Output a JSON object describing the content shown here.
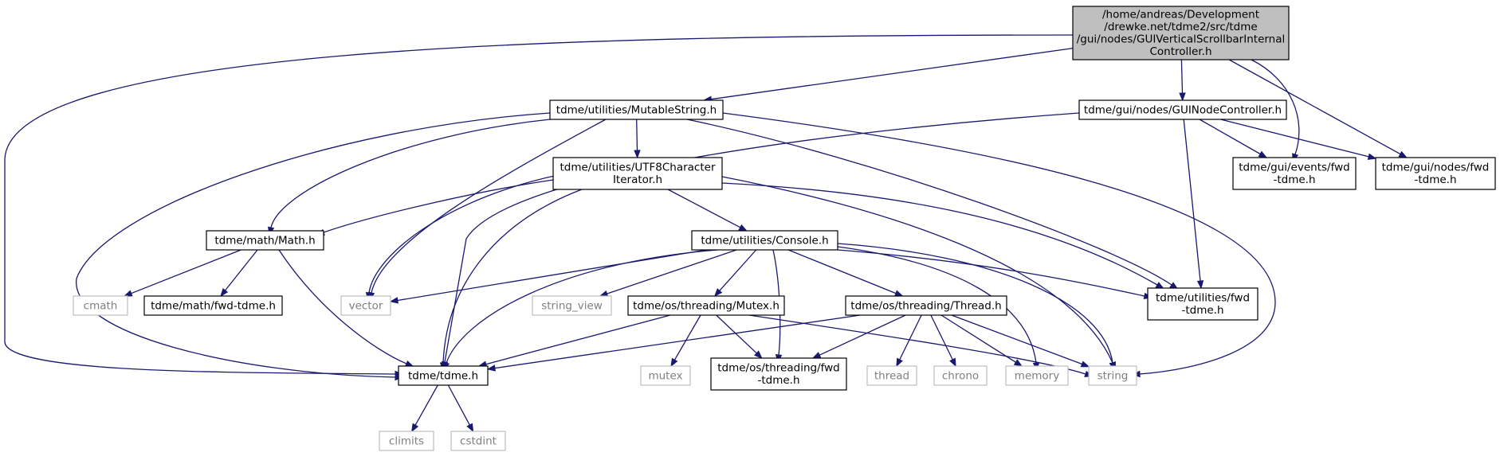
{
  "colors": {
    "edge": "#191970",
    "root_fill": "#bfbfbf",
    "sys_border": "#bfbfbf",
    "sys_text": "#7f7f7f"
  },
  "nodes": {
    "root": {
      "lines": [
        "/home/andreas/Development",
        "/drewke.net/tdme2/src/tdme",
        "/gui/nodes/GUIVerticalScrollbarInternal",
        "Controller.h"
      ],
      "kind": "root"
    },
    "mutstr": {
      "lines": [
        "tdme/utilities/MutableString.h"
      ],
      "kind": "normal"
    },
    "guinodectl": {
      "lines": [
        "tdme/gui/nodes/GUINodeController.h"
      ],
      "kind": "normal"
    },
    "evfwd": {
      "lines": [
        "tdme/gui/events/fwd",
        "-tdme.h"
      ],
      "kind": "normal"
    },
    "nodesfwd": {
      "lines": [
        "tdme/gui/nodes/fwd",
        "-tdme.h"
      ],
      "kind": "normal"
    },
    "utf8": {
      "lines": [
        "tdme/utilities/UTF8Character",
        "Iterator.h"
      ],
      "kind": "normal"
    },
    "math": {
      "lines": [
        "tdme/math/Math.h"
      ],
      "kind": "normal"
    },
    "console": {
      "lines": [
        "tdme/utilities/Console.h"
      ],
      "kind": "normal"
    },
    "utilfwd": {
      "lines": [
        "tdme/utilities/fwd",
        "-tdme.h"
      ],
      "kind": "normal"
    },
    "cmath": {
      "lines": [
        "cmath"
      ],
      "kind": "sys"
    },
    "mathfwd": {
      "lines": [
        "tdme/math/fwd-tdme.h"
      ],
      "kind": "normal"
    },
    "vector": {
      "lines": [
        "vector"
      ],
      "kind": "sys"
    },
    "strview": {
      "lines": [
        "string_view"
      ],
      "kind": "sys"
    },
    "mutex": {
      "lines": [
        "tdme/os/threading/Mutex.h"
      ],
      "kind": "normal"
    },
    "thread": {
      "lines": [
        "tdme/os/threading/Thread.h"
      ],
      "kind": "normal"
    },
    "tdme": {
      "lines": [
        "tdme/tdme.h"
      ],
      "kind": "normal"
    },
    "mutexsys": {
      "lines": [
        "mutex"
      ],
      "kind": "sys"
    },
    "threadfwd": {
      "lines": [
        "tdme/os/threading/fwd",
        "-tdme.h"
      ],
      "kind": "normal"
    },
    "threadsys": {
      "lines": [
        "thread"
      ],
      "kind": "sys"
    },
    "chrono": {
      "lines": [
        "chrono"
      ],
      "kind": "sys"
    },
    "memory": {
      "lines": [
        "memory"
      ],
      "kind": "sys"
    },
    "string": {
      "lines": [
        "string"
      ],
      "kind": "sys"
    },
    "climits": {
      "lines": [
        "climits"
      ],
      "kind": "sys"
    },
    "cstdint": {
      "lines": [
        "cstdint"
      ],
      "kind": "sys"
    }
  },
  "edges": [
    [
      "root",
      "mutstr"
    ],
    [
      "root",
      "guinodectl"
    ],
    [
      "root",
      "evfwd"
    ],
    [
      "root",
      "nodesfwd"
    ],
    [
      "root",
      "tdme"
    ],
    [
      "mutstr",
      "utf8"
    ],
    [
      "mutstr",
      "math"
    ],
    [
      "mutstr",
      "vector"
    ],
    [
      "mutstr",
      "utilfwd"
    ],
    [
      "mutstr",
      "string"
    ],
    [
      "mutstr",
      "tdme"
    ],
    [
      "guinodectl",
      "evfwd"
    ],
    [
      "guinodectl",
      "nodesfwd"
    ],
    [
      "guinodectl",
      "utilfwd"
    ],
    [
      "guinodectl",
      "tdme"
    ],
    [
      "utf8",
      "math"
    ],
    [
      "utf8",
      "console"
    ],
    [
      "utf8",
      "vector"
    ],
    [
      "utf8",
      "tdme"
    ],
    [
      "utf8",
      "utilfwd"
    ],
    [
      "utf8",
      "string"
    ],
    [
      "math",
      "cmath"
    ],
    [
      "math",
      "mathfwd"
    ],
    [
      "math",
      "tdme"
    ],
    [
      "console",
      "vector"
    ],
    [
      "console",
      "strview"
    ],
    [
      "console",
      "mutex"
    ],
    [
      "console",
      "thread"
    ],
    [
      "console",
      "threadfwd"
    ],
    [
      "console",
      "tdme"
    ],
    [
      "console",
      "memory"
    ],
    [
      "console",
      "string"
    ],
    [
      "console",
      "utilfwd"
    ],
    [
      "mutex",
      "mutexsys"
    ],
    [
      "mutex",
      "threadfwd"
    ],
    [
      "mutex",
      "tdme"
    ],
    [
      "mutex",
      "string"
    ],
    [
      "thread",
      "threadsys"
    ],
    [
      "thread",
      "chrono"
    ],
    [
      "thread",
      "memory"
    ],
    [
      "thread",
      "string"
    ],
    [
      "thread",
      "threadfwd"
    ],
    [
      "thread",
      "tdme"
    ],
    [
      "tdme",
      "climits"
    ],
    [
      "tdme",
      "cstdint"
    ]
  ]
}
